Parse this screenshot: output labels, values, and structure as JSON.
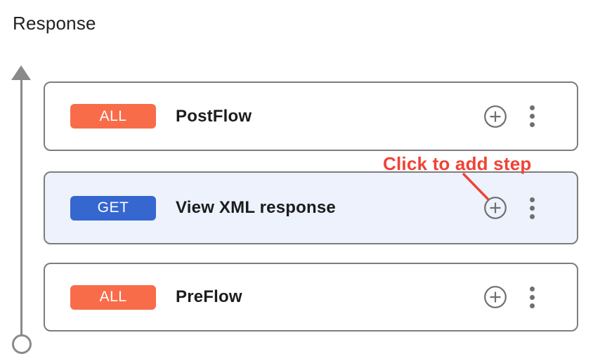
{
  "page": {
    "title": "Response",
    "background": "#ffffff"
  },
  "timeline": {
    "direction": "up",
    "color": "#8a8a8a",
    "start_marker": "open-circle",
    "end_marker": "arrowhead-up"
  },
  "annotation": {
    "label": "Click to add step",
    "color": "#ef4337",
    "points_to": "add-step-button of View XML response card"
  },
  "flows": [
    {
      "verb": "ALL",
      "verb_color": "#f96c4a",
      "name": "PostFlow",
      "selected": false
    },
    {
      "verb": "GET",
      "verb_color": "#3666d0",
      "name": "View XML response",
      "selected": true
    },
    {
      "verb": "ALL",
      "verb_color": "#f96c4a",
      "name": "PreFlow",
      "selected": false
    }
  ],
  "card": {
    "border_color": "#7d7d7d",
    "selected_background": "#edf2fc",
    "icon_color": "#6f6f6f"
  },
  "icons": {
    "add_step": "plus-circle-icon",
    "more_options": "kebab-menu-icon"
  }
}
